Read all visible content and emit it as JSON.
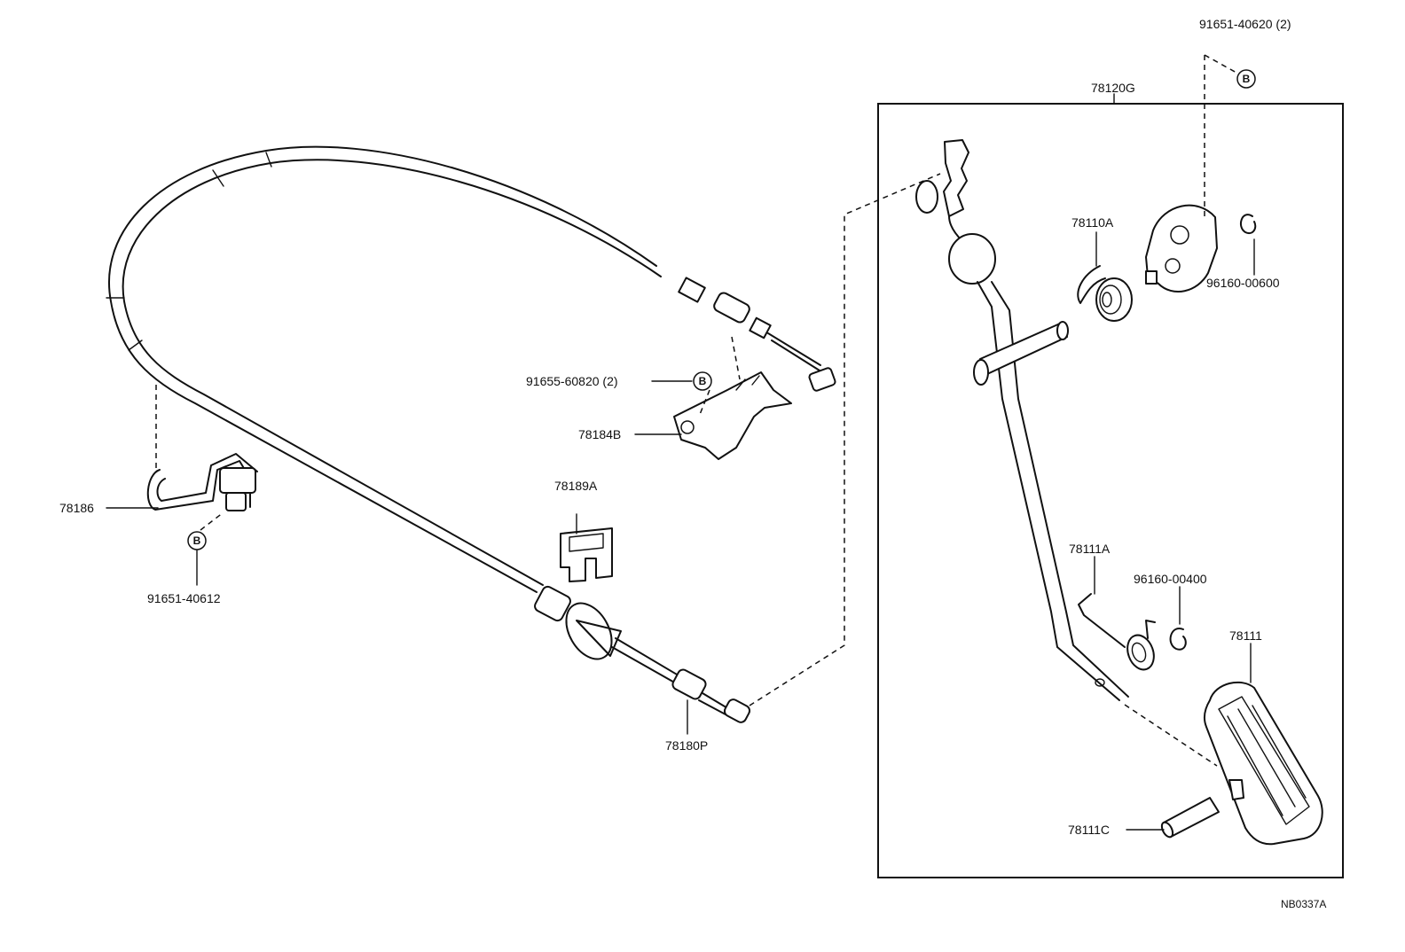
{
  "labels": {
    "bolt_b_top": "91651-40620 (2)",
    "assembly": "78120G",
    "spring_a": "78110A",
    "clip_top": "96160-00600",
    "bolt_b_mid": "91655-60820 (2)",
    "bracket_b": "78184B",
    "clamp": "78189A",
    "bracket_left": "78186",
    "bolt_b_left": "91651-40612",
    "cable": "78180P",
    "spring_b": "78111A",
    "clip_mid": "96160-00400",
    "pedal_pad": "78111",
    "pin": "78111C",
    "diagram_code": "NB0337A"
  },
  "callout_letter": "B"
}
